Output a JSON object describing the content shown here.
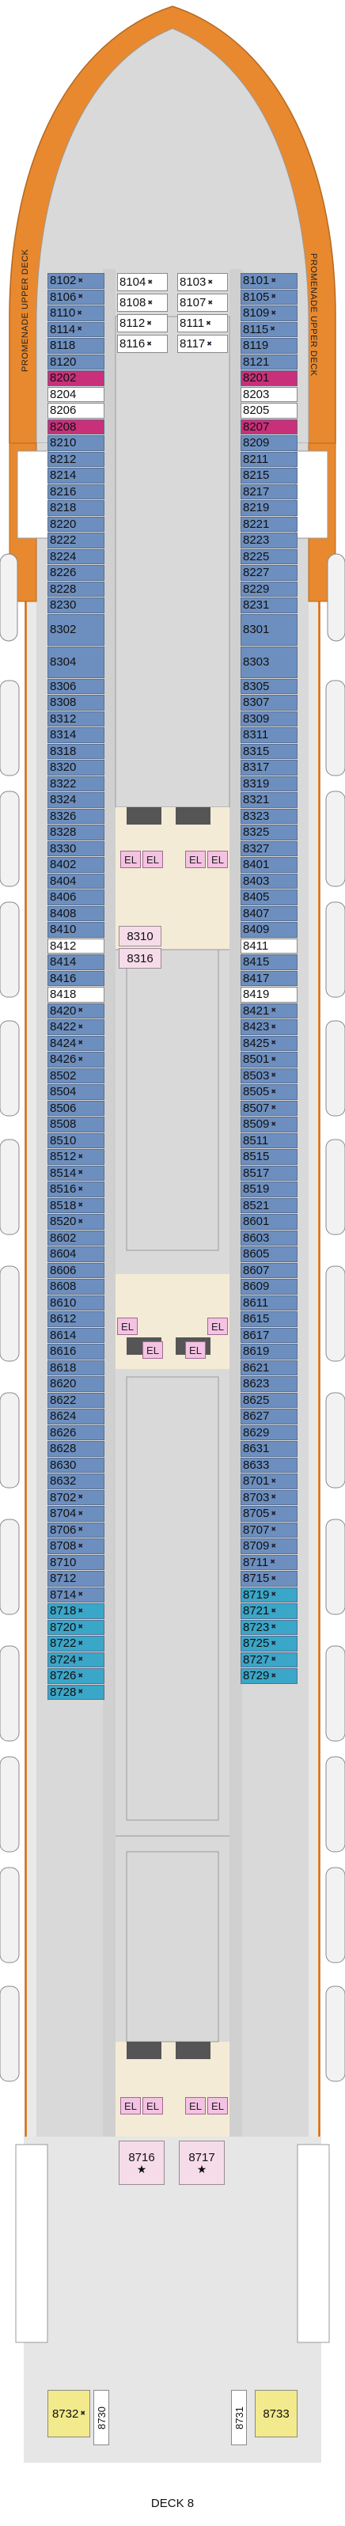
{
  "deck_label": "DECK 8",
  "promenade_label": "PROMENADE UPPER DECK",
  "elevator_label": "EL",
  "star_icon": "★",
  "colors": {
    "hull_orange": "#e8892f",
    "hull_gray": "#d9d9d9",
    "corridor": "#d6d6d6",
    "cabin_blue": "#6d8fbf",
    "cabin_magenta": "#c8307a",
    "cabin_teal": "#3aa6c8",
    "cabin_yellow": "#f2ea8c",
    "suite_pink": "#f6dce8",
    "lifeboat": "#f2f2f2"
  },
  "left_column": [
    {
      "n": "8102",
      "t": "blue",
      "m": "x"
    },
    {
      "n": "8106",
      "t": "blue",
      "m": "x"
    },
    {
      "n": "8110",
      "t": "blue",
      "m": "x"
    },
    {
      "n": "8114",
      "t": "blue",
      "m": "x"
    },
    {
      "n": "8118",
      "t": "blue"
    },
    {
      "n": "8120",
      "t": "blue"
    },
    {
      "n": "8202",
      "t": "magenta"
    },
    {
      "n": "8204",
      "t": "white"
    },
    {
      "n": "8206",
      "t": "white"
    },
    {
      "n": "8208",
      "t": "magenta"
    },
    {
      "n": "8210",
      "t": "blue"
    },
    {
      "n": "8212",
      "t": "blue"
    },
    {
      "n": "8214",
      "t": "blue"
    },
    {
      "n": "8216",
      "t": "blue"
    },
    {
      "n": "8218",
      "t": "blue"
    },
    {
      "n": "8220",
      "t": "blue"
    },
    {
      "n": "8222",
      "t": "blue"
    },
    {
      "n": "8224",
      "t": "blue"
    },
    {
      "n": "8226",
      "t": "blue"
    },
    {
      "n": "8228",
      "t": "blue"
    },
    {
      "n": "8230",
      "t": "blue"
    },
    {
      "n": "8302",
      "t": "blue",
      "h": 2
    },
    {
      "n": "8304",
      "t": "blue",
      "h": 2
    },
    {
      "n": "8306",
      "t": "blue"
    },
    {
      "n": "8308",
      "t": "blue"
    },
    {
      "n": "8312",
      "t": "blue"
    },
    {
      "n": "8314",
      "t": "blue"
    },
    {
      "n": "8318",
      "t": "blue"
    },
    {
      "n": "8320",
      "t": "blue"
    },
    {
      "n": "8322",
      "t": "blue"
    },
    {
      "n": "8324",
      "t": "blue"
    },
    {
      "n": "8326",
      "t": "blue"
    },
    {
      "n": "8328",
      "t": "blue"
    },
    {
      "n": "8330",
      "t": "blue"
    },
    {
      "n": "8402",
      "t": "blue"
    },
    {
      "n": "8404",
      "t": "blue"
    },
    {
      "n": "8406",
      "t": "blue"
    },
    {
      "n": "8408",
      "t": "blue"
    },
    {
      "n": "8410",
      "t": "blue"
    },
    {
      "n": "8412",
      "t": "white"
    },
    {
      "n": "8414",
      "t": "blue"
    },
    {
      "n": "8416",
      "t": "blue"
    },
    {
      "n": "8418",
      "t": "white"
    },
    {
      "n": "8420",
      "t": "blue",
      "m": "x"
    },
    {
      "n": "8422",
      "t": "blue",
      "m": "x"
    },
    {
      "n": "8424",
      "t": "blue",
      "m": "x"
    },
    {
      "n": "8426",
      "t": "blue",
      "m": "x"
    },
    {
      "n": "8502",
      "t": "blue"
    },
    {
      "n": "8504",
      "t": "blue"
    },
    {
      "n": "8506",
      "t": "blue"
    },
    {
      "n": "8508",
      "t": "blue"
    },
    {
      "n": "8510",
      "t": "blue"
    },
    {
      "n": "8512",
      "t": "blue",
      "m": "x"
    },
    {
      "n": "8514",
      "t": "blue",
      "m": "x"
    },
    {
      "n": "8516",
      "t": "blue",
      "m": "x"
    },
    {
      "n": "8518",
      "t": "blue",
      "m": "x"
    },
    {
      "n": "8520",
      "t": "blue",
      "m": "x"
    },
    {
      "n": "8602",
      "t": "blue"
    },
    {
      "n": "8604",
      "t": "blue"
    },
    {
      "n": "8606",
      "t": "blue"
    },
    {
      "n": "8608",
      "t": "blue"
    },
    {
      "n": "8610",
      "t": "blue"
    },
    {
      "n": "8612",
      "t": "blue"
    },
    {
      "n": "8614",
      "t": "blue"
    },
    {
      "n": "8616",
      "t": "blue"
    },
    {
      "n": "8618",
      "t": "blue"
    },
    {
      "n": "8620",
      "t": "blue"
    },
    {
      "n": "8622",
      "t": "blue"
    },
    {
      "n": "8624",
      "t": "blue"
    },
    {
      "n": "8626",
      "t": "blue"
    },
    {
      "n": "8628",
      "t": "blue"
    },
    {
      "n": "8630",
      "t": "blue"
    },
    {
      "n": "8632",
      "t": "blue"
    },
    {
      "n": "8702",
      "t": "blue",
      "m": "x"
    },
    {
      "n": "8704",
      "t": "blue",
      "m": "x"
    },
    {
      "n": "8706",
      "t": "blue",
      "m": "x"
    },
    {
      "n": "8708",
      "t": "blue",
      "m": "x"
    },
    {
      "n": "8710",
      "t": "blue"
    },
    {
      "n": "8712",
      "t": "blue"
    },
    {
      "n": "8714",
      "t": "blue",
      "m": "x"
    },
    {
      "n": "8718",
      "t": "teal",
      "m": "x"
    },
    {
      "n": "8720",
      "t": "teal",
      "m": "x"
    },
    {
      "n": "8722",
      "t": "teal",
      "m": "x"
    },
    {
      "n": "8724",
      "t": "teal",
      "m": "x"
    },
    {
      "n": "8726",
      "t": "teal",
      "m": "x"
    },
    {
      "n": "8728",
      "t": "teal",
      "m": "x"
    }
  ],
  "right_column": [
    {
      "n": "8101",
      "t": "blue",
      "m": "x"
    },
    {
      "n": "8105",
      "t": "blue",
      "m": "x"
    },
    {
      "n": "8109",
      "t": "blue",
      "m": "x"
    },
    {
      "n": "8115",
      "t": "blue",
      "m": "x"
    },
    {
      "n": "8119",
      "t": "blue"
    },
    {
      "n": "8121",
      "t": "blue"
    },
    {
      "n": "8201",
      "t": "magenta"
    },
    {
      "n": "8203",
      "t": "white"
    },
    {
      "n": "8205",
      "t": "white"
    },
    {
      "n": "8207",
      "t": "magenta"
    },
    {
      "n": "8209",
      "t": "blue"
    },
    {
      "n": "8211",
      "t": "blue"
    },
    {
      "n": "8215",
      "t": "blue"
    },
    {
      "n": "8217",
      "t": "blue"
    },
    {
      "n": "8219",
      "t": "blue"
    },
    {
      "n": "8221",
      "t": "blue"
    },
    {
      "n": "8223",
      "t": "blue"
    },
    {
      "n": "8225",
      "t": "blue"
    },
    {
      "n": "8227",
      "t": "blue"
    },
    {
      "n": "8229",
      "t": "blue"
    },
    {
      "n": "8231",
      "t": "blue"
    },
    {
      "n": "8301",
      "t": "blue",
      "h": 2
    },
    {
      "n": "8303",
      "t": "blue",
      "h": 2
    },
    {
      "n": "8305",
      "t": "blue"
    },
    {
      "n": "8307",
      "t": "blue"
    },
    {
      "n": "8309",
      "t": "blue"
    },
    {
      "n": "8311",
      "t": "blue"
    },
    {
      "n": "8315",
      "t": "blue"
    },
    {
      "n": "8317",
      "t": "blue"
    },
    {
      "n": "8319",
      "t": "blue"
    },
    {
      "n": "8321",
      "t": "blue"
    },
    {
      "n": "8323",
      "t": "blue"
    },
    {
      "n": "8325",
      "t": "blue"
    },
    {
      "n": "8327",
      "t": "blue"
    },
    {
      "n": "8401",
      "t": "blue"
    },
    {
      "n": "8403",
      "t": "blue"
    },
    {
      "n": "8405",
      "t": "blue"
    },
    {
      "n": "8407",
      "t": "blue"
    },
    {
      "n": "8409",
      "t": "blue"
    },
    {
      "n": "8411",
      "t": "white"
    },
    {
      "n": "8415",
      "t": "blue"
    },
    {
      "n": "8417",
      "t": "blue"
    },
    {
      "n": "8419",
      "t": "white"
    },
    {
      "n": "8421",
      "t": "blue",
      "m": "x"
    },
    {
      "n": "8423",
      "t": "blue",
      "m": "x"
    },
    {
      "n": "8425",
      "t": "blue",
      "m": "x"
    },
    {
      "n": "8501",
      "t": "blue",
      "m": "x"
    },
    {
      "n": "8503",
      "t": "blue",
      "m": "x"
    },
    {
      "n": "8505",
      "t": "blue",
      "m": "x"
    },
    {
      "n": "8507",
      "t": "blue",
      "m": "x"
    },
    {
      "n": "8509",
      "t": "blue",
      "m": "x"
    },
    {
      "n": "8511",
      "t": "blue"
    },
    {
      "n": "8515",
      "t": "blue"
    },
    {
      "n": "8517",
      "t": "blue"
    },
    {
      "n": "8519",
      "t": "blue"
    },
    {
      "n": "8521",
      "t": "blue"
    },
    {
      "n": "8601",
      "t": "blue"
    },
    {
      "n": "8603",
      "t": "blue"
    },
    {
      "n": "8605",
      "t": "blue"
    },
    {
      "n": "8607",
      "t": "blue"
    },
    {
      "n": "8609",
      "t": "blue"
    },
    {
      "n": "8611",
      "t": "blue"
    },
    {
      "n": "8615",
      "t": "blue"
    },
    {
      "n": "8617",
      "t": "blue"
    },
    {
      "n": "8619",
      "t": "blue"
    },
    {
      "n": "8621",
      "t": "blue"
    },
    {
      "n": "8623",
      "t": "blue"
    },
    {
      "n": "8625",
      "t": "blue"
    },
    {
      "n": "8627",
      "t": "blue"
    },
    {
      "n": "8629",
      "t": "blue"
    },
    {
      "n": "8631",
      "t": "blue"
    },
    {
      "n": "8633",
      "t": "blue"
    },
    {
      "n": "8701",
      "t": "blue",
      "m": "x"
    },
    {
      "n": "8703",
      "t": "blue",
      "m": "x"
    },
    {
      "n": "8705",
      "t": "blue",
      "m": "x"
    },
    {
      "n": "8707",
      "t": "blue",
      "m": "x"
    },
    {
      "n": "8709",
      "t": "blue",
      "m": "x"
    },
    {
      "n": "8711",
      "t": "blue",
      "m": "x"
    },
    {
      "n": "8715",
      "t": "blue",
      "m": "x"
    },
    {
      "n": "8719",
      "t": "teal",
      "m": "x"
    },
    {
      "n": "8721",
      "t": "teal",
      "m": "x"
    },
    {
      "n": "8723",
      "t": "teal",
      "m": "x"
    },
    {
      "n": "8725",
      "t": "teal",
      "m": "x"
    },
    {
      "n": "8727",
      "t": "teal",
      "m": "x"
    },
    {
      "n": "8729",
      "t": "teal",
      "m": "x"
    }
  ],
  "forward_inner_left": [
    {
      "n": "8104",
      "m": "x"
    },
    {
      "n": "8108",
      "m": "x"
    },
    {
      "n": "8112",
      "m": "x"
    },
    {
      "n": "8116",
      "m": "x"
    }
  ],
  "forward_inner_right": [
    {
      "n": "8103",
      "m": "x"
    },
    {
      "n": "8107",
      "m": "x"
    },
    {
      "n": "8111",
      "m": "x"
    },
    {
      "n": "8117",
      "m": "x"
    }
  ],
  "midship_suites": [
    "8310",
    "8316"
  ],
  "aft_suites": [
    {
      "n": "8716",
      "star": true
    },
    {
      "n": "8717",
      "star": true
    }
  ],
  "aft_corner_cabins": [
    {
      "n": "8732",
      "m": "x"
    },
    {
      "n": "8733"
    }
  ],
  "aft_vertical_cabins": [
    "8730",
    "8731"
  ]
}
